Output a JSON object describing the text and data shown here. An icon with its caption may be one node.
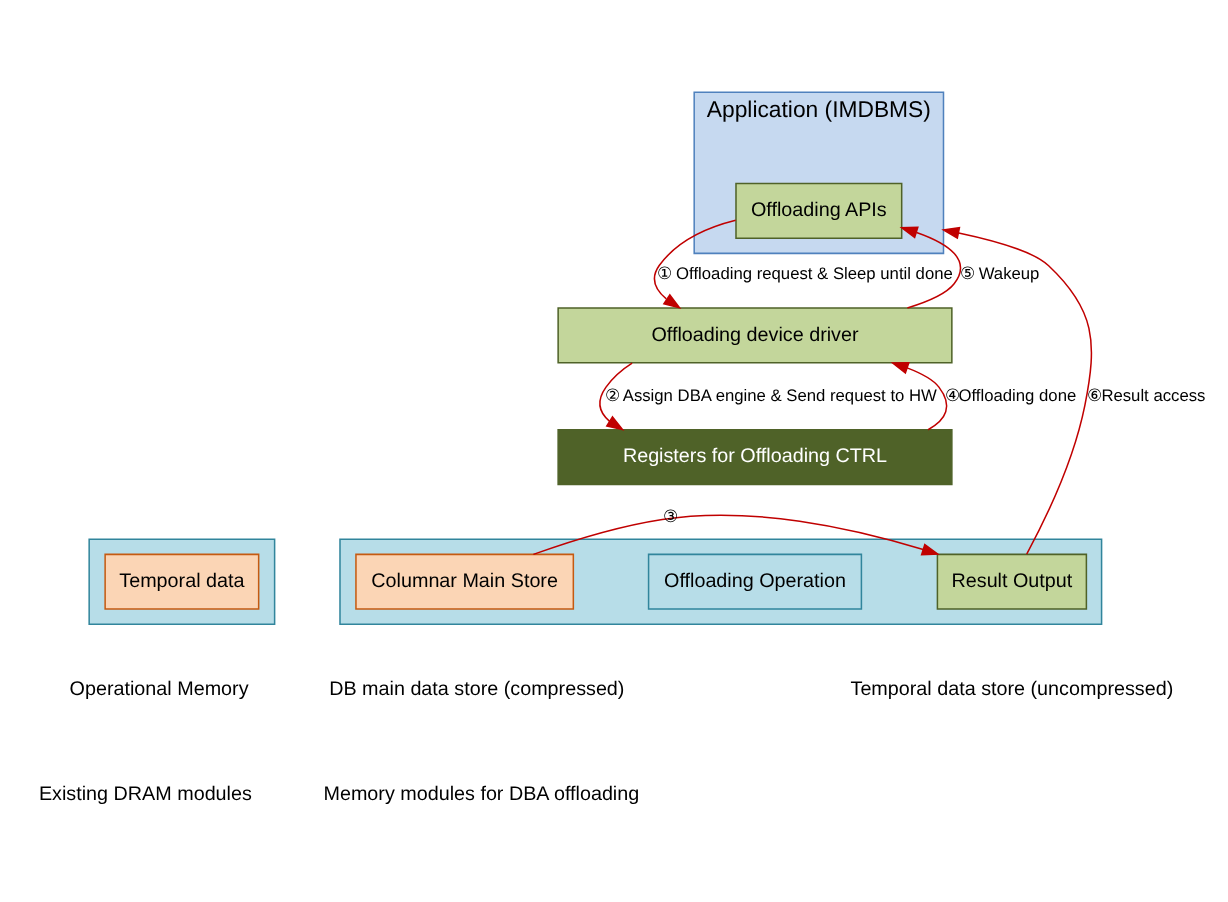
{
  "diagram": {
    "nodes": [
      {
        "text": [
          "Application (IMDBMS)"
        ]
      },
      {
        "text": [
          "Offloading APIs"
        ],
        "in": 0
      },
      {
        "text": [
          "Offloading device driver"
        ]
      },
      {
        "text": [
          "Registers for Offloading CTRL"
        ]
      },
      {
        "text": [],
        "shape": "box"
      },
      {
        "text": [
          "Temporal data"
        ],
        "in": 4
      },
      {
        "text": [],
        "shape": "box"
      },
      {
        "text": [
          "Columnar Main Store"
        ],
        "in": 6
      },
      {
        "text": [
          "Offloading Operation"
        ],
        "in": 6
      },
      {
        "text": [
          "Result Output"
        ],
        "in": 6
      }
    ],
    "edges": [
      {
        "from": 1,
        "to": 2,
        "arrow": "to",
        "label": "① Offloading request & Sleep until done"
      },
      {
        "from": 2,
        "to": 1,
        "arrow": "to",
        "label": "⑤ Wakeup"
      },
      {
        "from": 2,
        "to": 3,
        "arrow": "to",
        "label": "② Assign DBA engine & Send request to HW"
      },
      {
        "from": 3,
        "to": 2,
        "arrow": "to",
        "label": "④Offloading done"
      },
      {
        "from": 7,
        "to": 9,
        "arrow": "to",
        "label": "③"
      },
      {
        "from": 9,
        "to": 0,
        "arrow": "to",
        "label": "⑥Result access"
      }
    ],
    "labels": [
      "Operational Memory",
      "DB main data store (compressed)",
      "Temporal data store (uncompressed)",
      "Existing DRAM modules",
      "Memory modules for DBA offloading"
    ]
  }
}
